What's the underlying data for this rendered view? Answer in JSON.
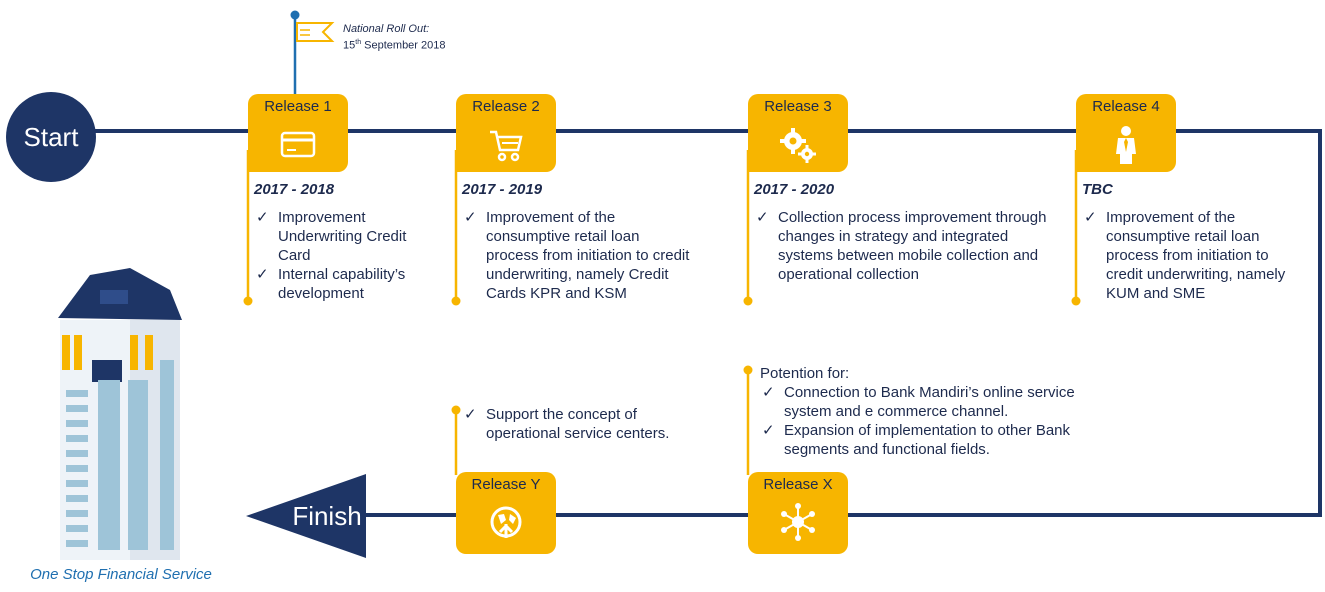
{
  "start_label": "Start",
  "finish_label": "Finish",
  "milestone": {
    "title": "National Roll Out:",
    "day": "15",
    "day_suffix": "th",
    "date_rest": "September 2018"
  },
  "releases_top": [
    {
      "label": "Release 1",
      "icon": "credit-card-icon",
      "period": "2017 - 2018",
      "bullets": [
        "Improvement Underwriting Credit Card",
        "Internal capability’s development"
      ]
    },
    {
      "label": "Release 2",
      "icon": "shopping-cart-icon",
      "period": "2017 - 2019",
      "bullets": [
        "Improvement of the consumptive retail loan process from initiation to credit underwriting, namely Credit Cards KPR and KSM"
      ]
    },
    {
      "label": "Release 3",
      "icon": "gears-icon",
      "period": "2017 - 2020",
      "bullets": [
        "Collection process improvement through changes in strategy and integrated systems between mobile collection and operational collection"
      ]
    },
    {
      "label": "Release 4",
      "icon": "businessman-icon",
      "period": "TBC",
      "bullets": [
        "Improvement of the consumptive retail loan process from initiation to credit underwriting, namely KUM and SME"
      ]
    }
  ],
  "releases_bottom": [
    {
      "label": "Release Y",
      "icon": "service-center-icon",
      "bullets": [
        "Support the concept of operational service centers."
      ]
    },
    {
      "label": "Release X",
      "icon": "network-icon",
      "intro": "Potention for:",
      "bullets": [
        "Connection to Bank Mandiri’s online service system and e commerce channel.",
        "Expansion of implementation to other Bank segments and functional fields."
      ]
    }
  ],
  "building_caption": "One Stop Financial Service",
  "colors": {
    "navy": "#1e3566",
    "gold": "#f7b500",
    "caption_blue": "#1f6fb0"
  }
}
